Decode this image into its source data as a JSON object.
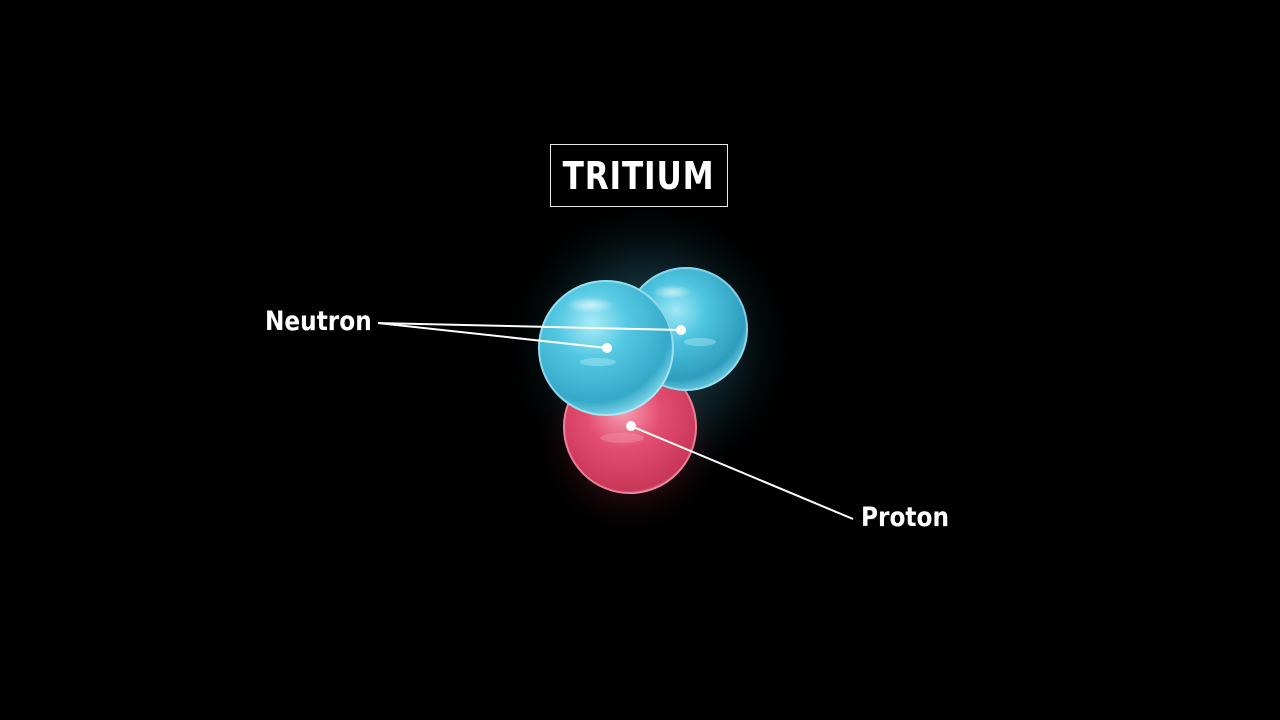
{
  "title": "TRITIUM",
  "labels": {
    "neutron": "Neutron",
    "proton": "Proton"
  },
  "particles": [
    {
      "type": "neutron",
      "color": "#3fb9d6"
    },
    {
      "type": "neutron",
      "color": "#46c2df"
    },
    {
      "type": "proton",
      "color": "#e0456a"
    }
  ],
  "colors": {
    "background": "#000000",
    "neutron": "#44bfdc",
    "proton": "#df4a6c",
    "text": "#ffffff",
    "leader_line": "#ffffff"
  }
}
